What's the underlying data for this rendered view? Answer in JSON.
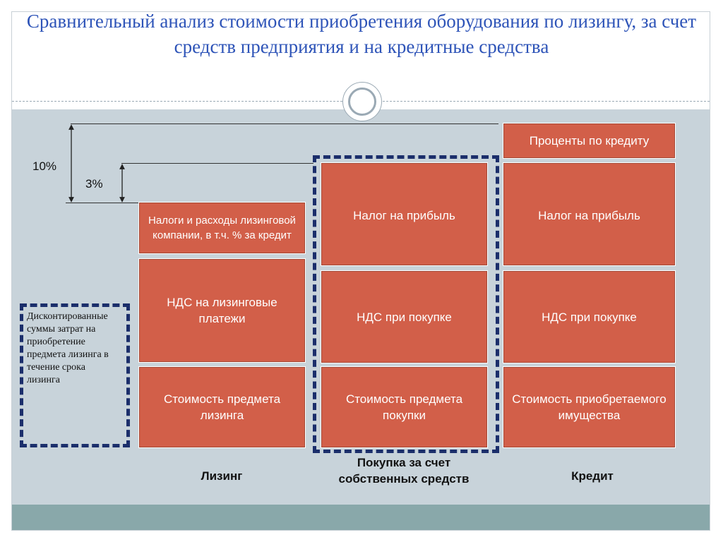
{
  "title": "Сравнительный анализ стоимости приобретения оборудования по лизингу, за счет средств предприятия и на кредитные средства",
  "markers": {
    "ten": "10%",
    "three": "3%"
  },
  "discounted_note": "Дисконтированные суммы затрат на приобретение предмета лизинга в течение срока лизинга",
  "leasing": {
    "label": "Лизинг",
    "taxes": "Налоги и расходы лизинговой компании, в т.ч. % за кредит",
    "vat": "НДС на лизинговые платежи",
    "cost": "Стоимость предмета лизинга"
  },
  "own_funds": {
    "label": "Покупка за счет собственных средств",
    "profit_tax": "Налог на прибыль",
    "vat": "НДС при покупке",
    "cost": "Стоимость предмета покупки"
  },
  "credit": {
    "label": "Кредит",
    "interest": "Проценты по кредиту",
    "profit_tax": "Налог на прибыль",
    "vat": "НДС при покупке",
    "cost": "Стоимость приобретаемого имущества"
  },
  "colors": {
    "box_fill": "#d25f49",
    "title": "#2e54b8",
    "dash": "#1b2e6b",
    "background": "#c8d3da"
  }
}
